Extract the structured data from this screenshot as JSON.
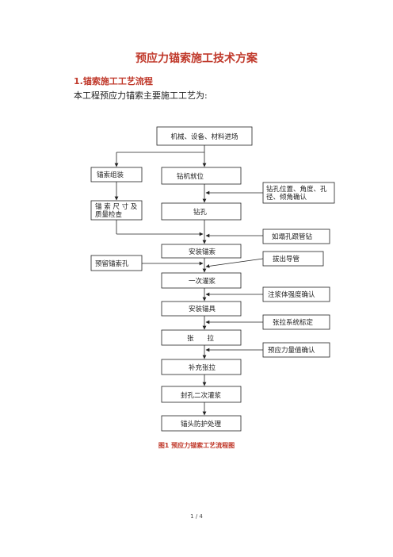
{
  "document": {
    "title": "预应力锚索施工技术方案",
    "section_heading": "1.锚索施工工艺流程",
    "intro_text": "本工程预应力锚索主要施工工艺为:",
    "figure_caption": "图1  预应力锚索工艺流程图",
    "page_number": "1 / 4"
  },
  "flowchart": {
    "top_box": "机械、设备、材料进场",
    "main_steps": [
      "钻机就位",
      "钻孔",
      "安装锚索",
      "一次灌浆",
      "安装锚具",
      "张　　拉",
      "补充张拉",
      "封孔二次灌浆",
      "锚头防护处理"
    ],
    "left_boxes": {
      "assembly": "锚索组装",
      "inspection": [
        "锚 索 尺 寸 及",
        "质量检查"
      ],
      "reserved_hole": "预留锚索孔"
    },
    "right_boxes": {
      "position_check": [
        "钻孔位置、角度、孔",
        "径、倾角确认"
      ],
      "collapse": "如塌孔跟管钻",
      "pull_pipe": "拔出导管",
      "strength_check": "注浆体强度确认",
      "calibration": "张拉系统标定",
      "prestress_check": "预应力量值确认"
    }
  }
}
